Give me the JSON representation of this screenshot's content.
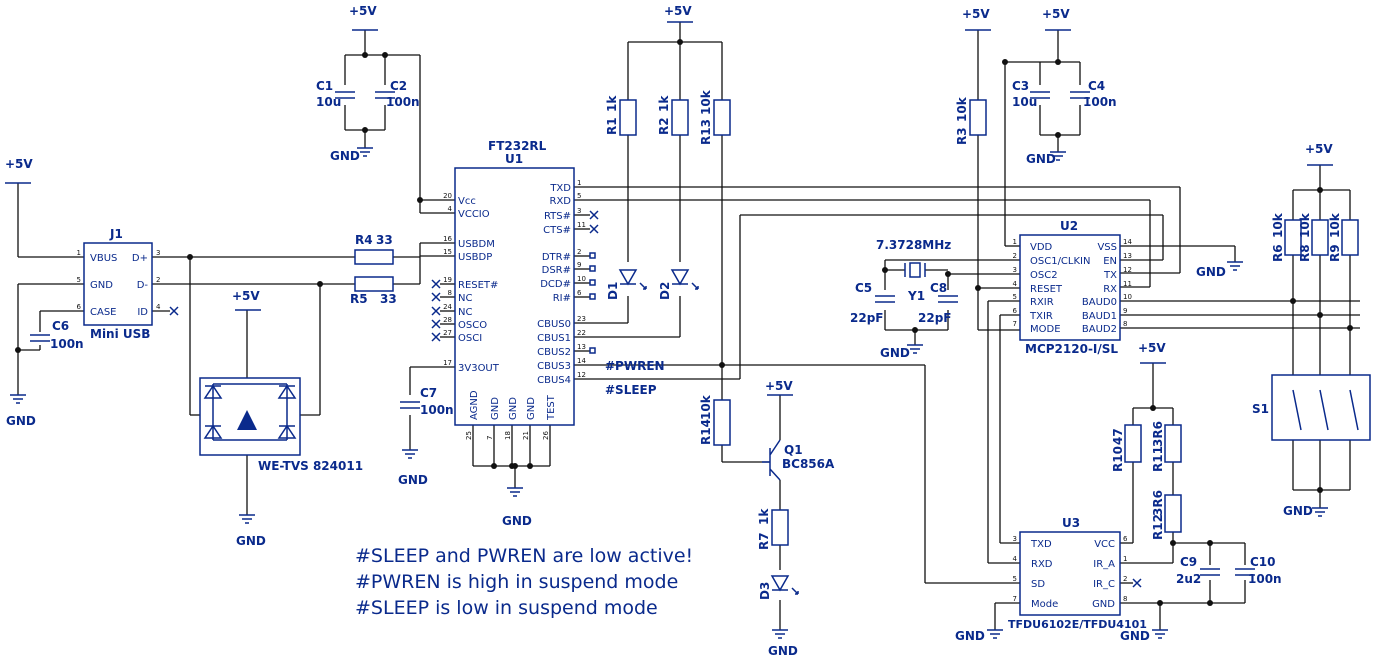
{
  "power": {
    "vcc": "+5V",
    "gnd": "GND"
  },
  "u1": {
    "ref": "U1",
    "name": "FT232RL",
    "left_pins": [
      "Vcc",
      "VCCIO",
      "USBDM",
      "USBDP",
      "RESET#",
      "NC",
      "NC",
      "OSCO",
      "OSCI",
      "3V3OUT"
    ],
    "left_nums": [
      "20",
      "4",
      "16",
      "15",
      "19",
      "8",
      "24",
      "28",
      "27",
      "17"
    ],
    "right_pins": [
      "TXD",
      "RXD",
      "RTS#",
      "CTS#",
      "DTR#",
      "DSR#",
      "DCD#",
      "RI#",
      "CBUS0",
      "CBUS1",
      "CBUS2",
      "CBUS3",
      "CBUS4"
    ],
    "right_nums": [
      "1",
      "5",
      "3",
      "11",
      "2",
      "9",
      "10",
      "6",
      "23",
      "22",
      "13",
      "14",
      "12"
    ],
    "bottom_pins": [
      "AGND",
      "GND",
      "GND",
      "GND",
      "TEST"
    ],
    "bottom_nums": [
      "25",
      "7",
      "18",
      "21",
      "26"
    ]
  },
  "u2": {
    "ref": "U2",
    "name": "MCP2120-I/SL",
    "left_pins": [
      "VDD",
      "OSC1/CLKIN",
      "OSC2",
      "RESET",
      "RXIR",
      "TXIR",
      "MODE"
    ],
    "left_nums": [
      "1",
      "2",
      "3",
      "4",
      "5",
      "6",
      "7"
    ],
    "right_pins": [
      "VSS",
      "EN",
      "TX",
      "RX",
      "BAUD0",
      "BAUD1",
      "BAUD2"
    ],
    "right_nums": [
      "14",
      "13",
      "12",
      "11",
      "10",
      "9",
      "8"
    ]
  },
  "u3": {
    "ref": "U3",
    "name": "TFDU6102E/TFDU4101",
    "left_pins": [
      "TXD",
      "RXD",
      "SD",
      "Mode"
    ],
    "left_nums": [
      "3",
      "4",
      "5",
      "7"
    ],
    "right_pins": [
      "VCC",
      "IR_A",
      "IR_C",
      "GND"
    ],
    "right_nums": [
      "6",
      "1",
      "2",
      "8"
    ]
  },
  "j1": {
    "ref": "J1",
    "name": "Mini USB",
    "left_pins": [
      "VBUS",
      "GND",
      "CASE"
    ],
    "left_nums": [
      "1",
      "5",
      "6"
    ],
    "right_pins": [
      "D+",
      "D-",
      "ID"
    ],
    "right_nums": [
      "3",
      "2",
      "4"
    ]
  },
  "tvs": {
    "name": "WE-TVS 824011"
  },
  "s1": {
    "ref": "S1"
  },
  "parts": {
    "c1": {
      "ref": "C1",
      "value": "10u"
    },
    "c2": {
      "ref": "C2",
      "value": "100n"
    },
    "c3": {
      "ref": "C3",
      "value": "10u"
    },
    "c4": {
      "ref": "C4",
      "value": "100n"
    },
    "c5": {
      "ref": "C5",
      "value": "22pF"
    },
    "c6": {
      "ref": "C6",
      "value": "100n"
    },
    "c7": {
      "ref": "C7",
      "value": "100n"
    },
    "c8": {
      "ref": "C8",
      "value": "22pF"
    },
    "c9": {
      "ref": "C9",
      "value": "2u2"
    },
    "c10": {
      "ref": "C10",
      "value": "100n"
    },
    "r1": {
      "ref": "R1",
      "value": "1k"
    },
    "r2": {
      "ref": "R2",
      "value": "1k"
    },
    "r3": {
      "ref": "R3",
      "value": "10k"
    },
    "r4": {
      "ref": "R4",
      "value": "33"
    },
    "r5": {
      "ref": "R5",
      "value": "33"
    },
    "r6": {
      "ref": "R6",
      "value": "10k"
    },
    "r7": {
      "ref": "R7",
      "value": "1k"
    },
    "r8": {
      "ref": "R8",
      "value": "10k"
    },
    "r9": {
      "ref": "R9",
      "value": "10k"
    },
    "r10": {
      "ref": "R10",
      "value": "47"
    },
    "r11": {
      "ref": "R11",
      "value": "3R6"
    },
    "r12": {
      "ref": "R12",
      "value": "3R6"
    },
    "r13": {
      "ref": "R13",
      "value": "10k"
    },
    "r14": {
      "ref": "R14",
      "value": "10k"
    },
    "y1": {
      "ref": "Y1",
      "value": "7.3728MHz"
    },
    "q1": {
      "ref": "Q1",
      "value": "BC856A"
    },
    "d1": {
      "ref": "D1"
    },
    "d2": {
      "ref": "D2"
    },
    "d3": {
      "ref": "D3"
    }
  },
  "nets": {
    "pwren": "#PWREN",
    "sleep": "#SLEEP"
  },
  "notes": [
    "#SLEEP and PWREN are low active!",
    "#PWREN is high in suspend mode",
    "#SLEEP is low in suspend mode"
  ]
}
